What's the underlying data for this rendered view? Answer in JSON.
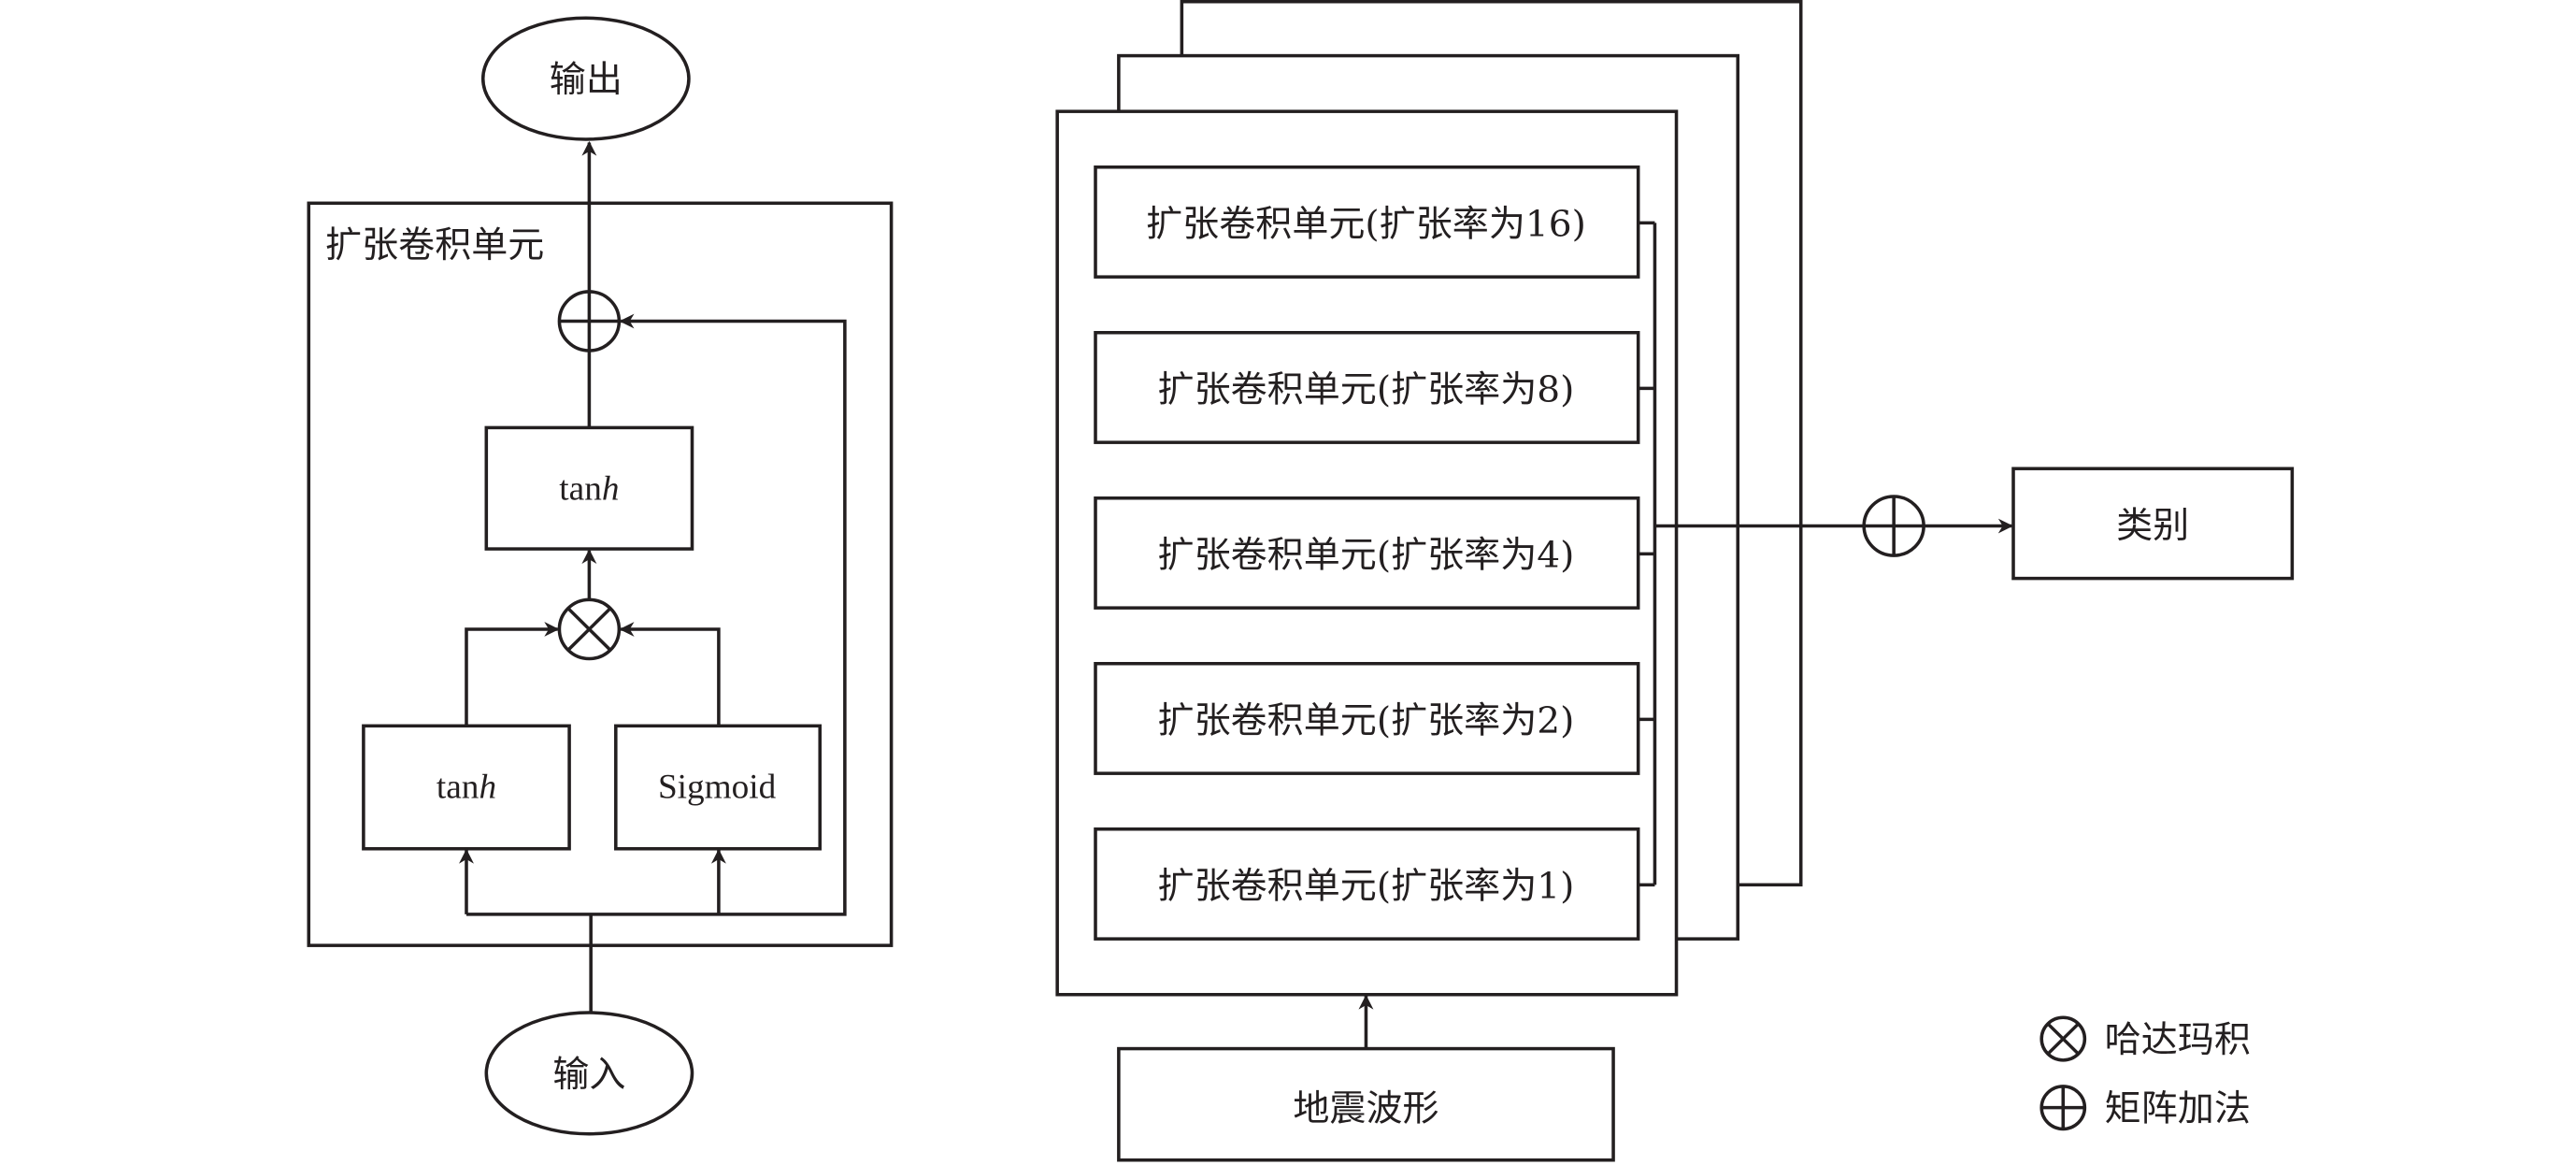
{
  "left_module": {
    "output_label": "输出",
    "input_label": "输入",
    "container_title": "扩张卷积单元",
    "top_activation": {
      "base": "tan",
      "italic": "h"
    },
    "left_activation": {
      "base": "tan",
      "italic": "h"
    },
    "right_activation": "Sigmoid"
  },
  "right_module": {
    "units": [
      "扩张卷积单元(扩张率为16)",
      "扩张卷积单元(扩张率为8)",
      "扩张卷积单元(扩张率为4)",
      "扩张卷积单元(扩张率为2)",
      "扩张卷积单元(扩张率为1)"
    ],
    "input_label": "地震波形",
    "output_label": "类别"
  },
  "legend": [
    {
      "symbol": "hadamard-product",
      "label": "哈达玛积"
    },
    {
      "symbol": "matrix-addition",
      "label": "矩阵加法"
    }
  ],
  "colors": {
    "line": "#231f20",
    "background": "#ffffff"
  }
}
